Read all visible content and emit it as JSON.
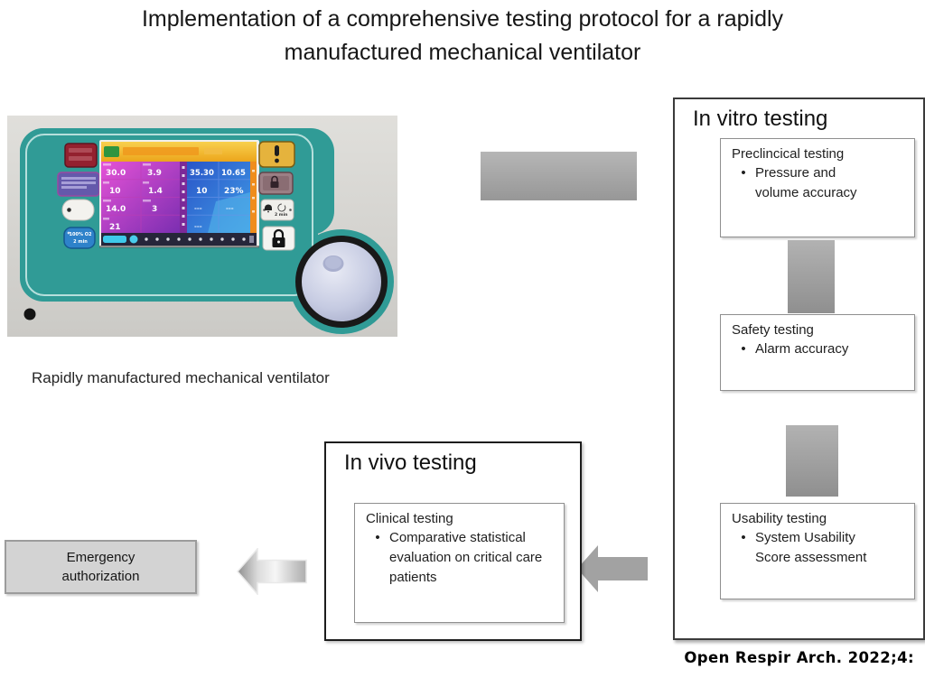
{
  "title": {
    "line1": "Implementation of a comprehensive testing protocol for a rapidly",
    "line2": "manufactured mechanical ventilator"
  },
  "device_photo": {
    "caption": "Rapidly manufactured mechanical ventilator",
    "screen": {
      "left_values": [
        "30.0",
        "3.9",
        "10",
        "1.4",
        "14.0",
        "3",
        "21"
      ],
      "right_values": [
        "35.30",
        "10.65",
        "10",
        "23%",
        "---",
        "---",
        "---"
      ]
    },
    "buttons": {
      "o2_line1": "100% O2",
      "o2_line2": "2 min",
      "silence_label": "2 min"
    }
  },
  "flow": {
    "bullet_glyph": "•",
    "in_vitro": {
      "heading": "In vitro testing",
      "steps": [
        {
          "title": "Preclincical testing",
          "item": "Pressure and volume accuracy"
        },
        {
          "title": "Safety testing",
          "item": "Alarm accuracy"
        },
        {
          "title": "Usability testing",
          "item": "System Usability Score assessment"
        }
      ]
    },
    "in_vivo": {
      "heading": "In vivo testing",
      "steps": [
        {
          "title": "Clinical testing",
          "item": "Comparative statistical evaluation on critical care patients"
        }
      ]
    },
    "outcome": {
      "label": "Emergency authorization"
    }
  },
  "citation": {
    "text": "Open Respir Arch. 2022;4:"
  },
  "colors": {
    "panel_teal": "#309b96",
    "connector_gray": "#a2a2a2",
    "outer_box_border": "#3b3b3b",
    "inner_box_border": "#8f8f8f",
    "emergency_fill": "#d3d3d3",
    "screen_magenta": "#b93cc0",
    "screen_blue": "#3478d6",
    "screen_yellow": "#f2b62e"
  }
}
